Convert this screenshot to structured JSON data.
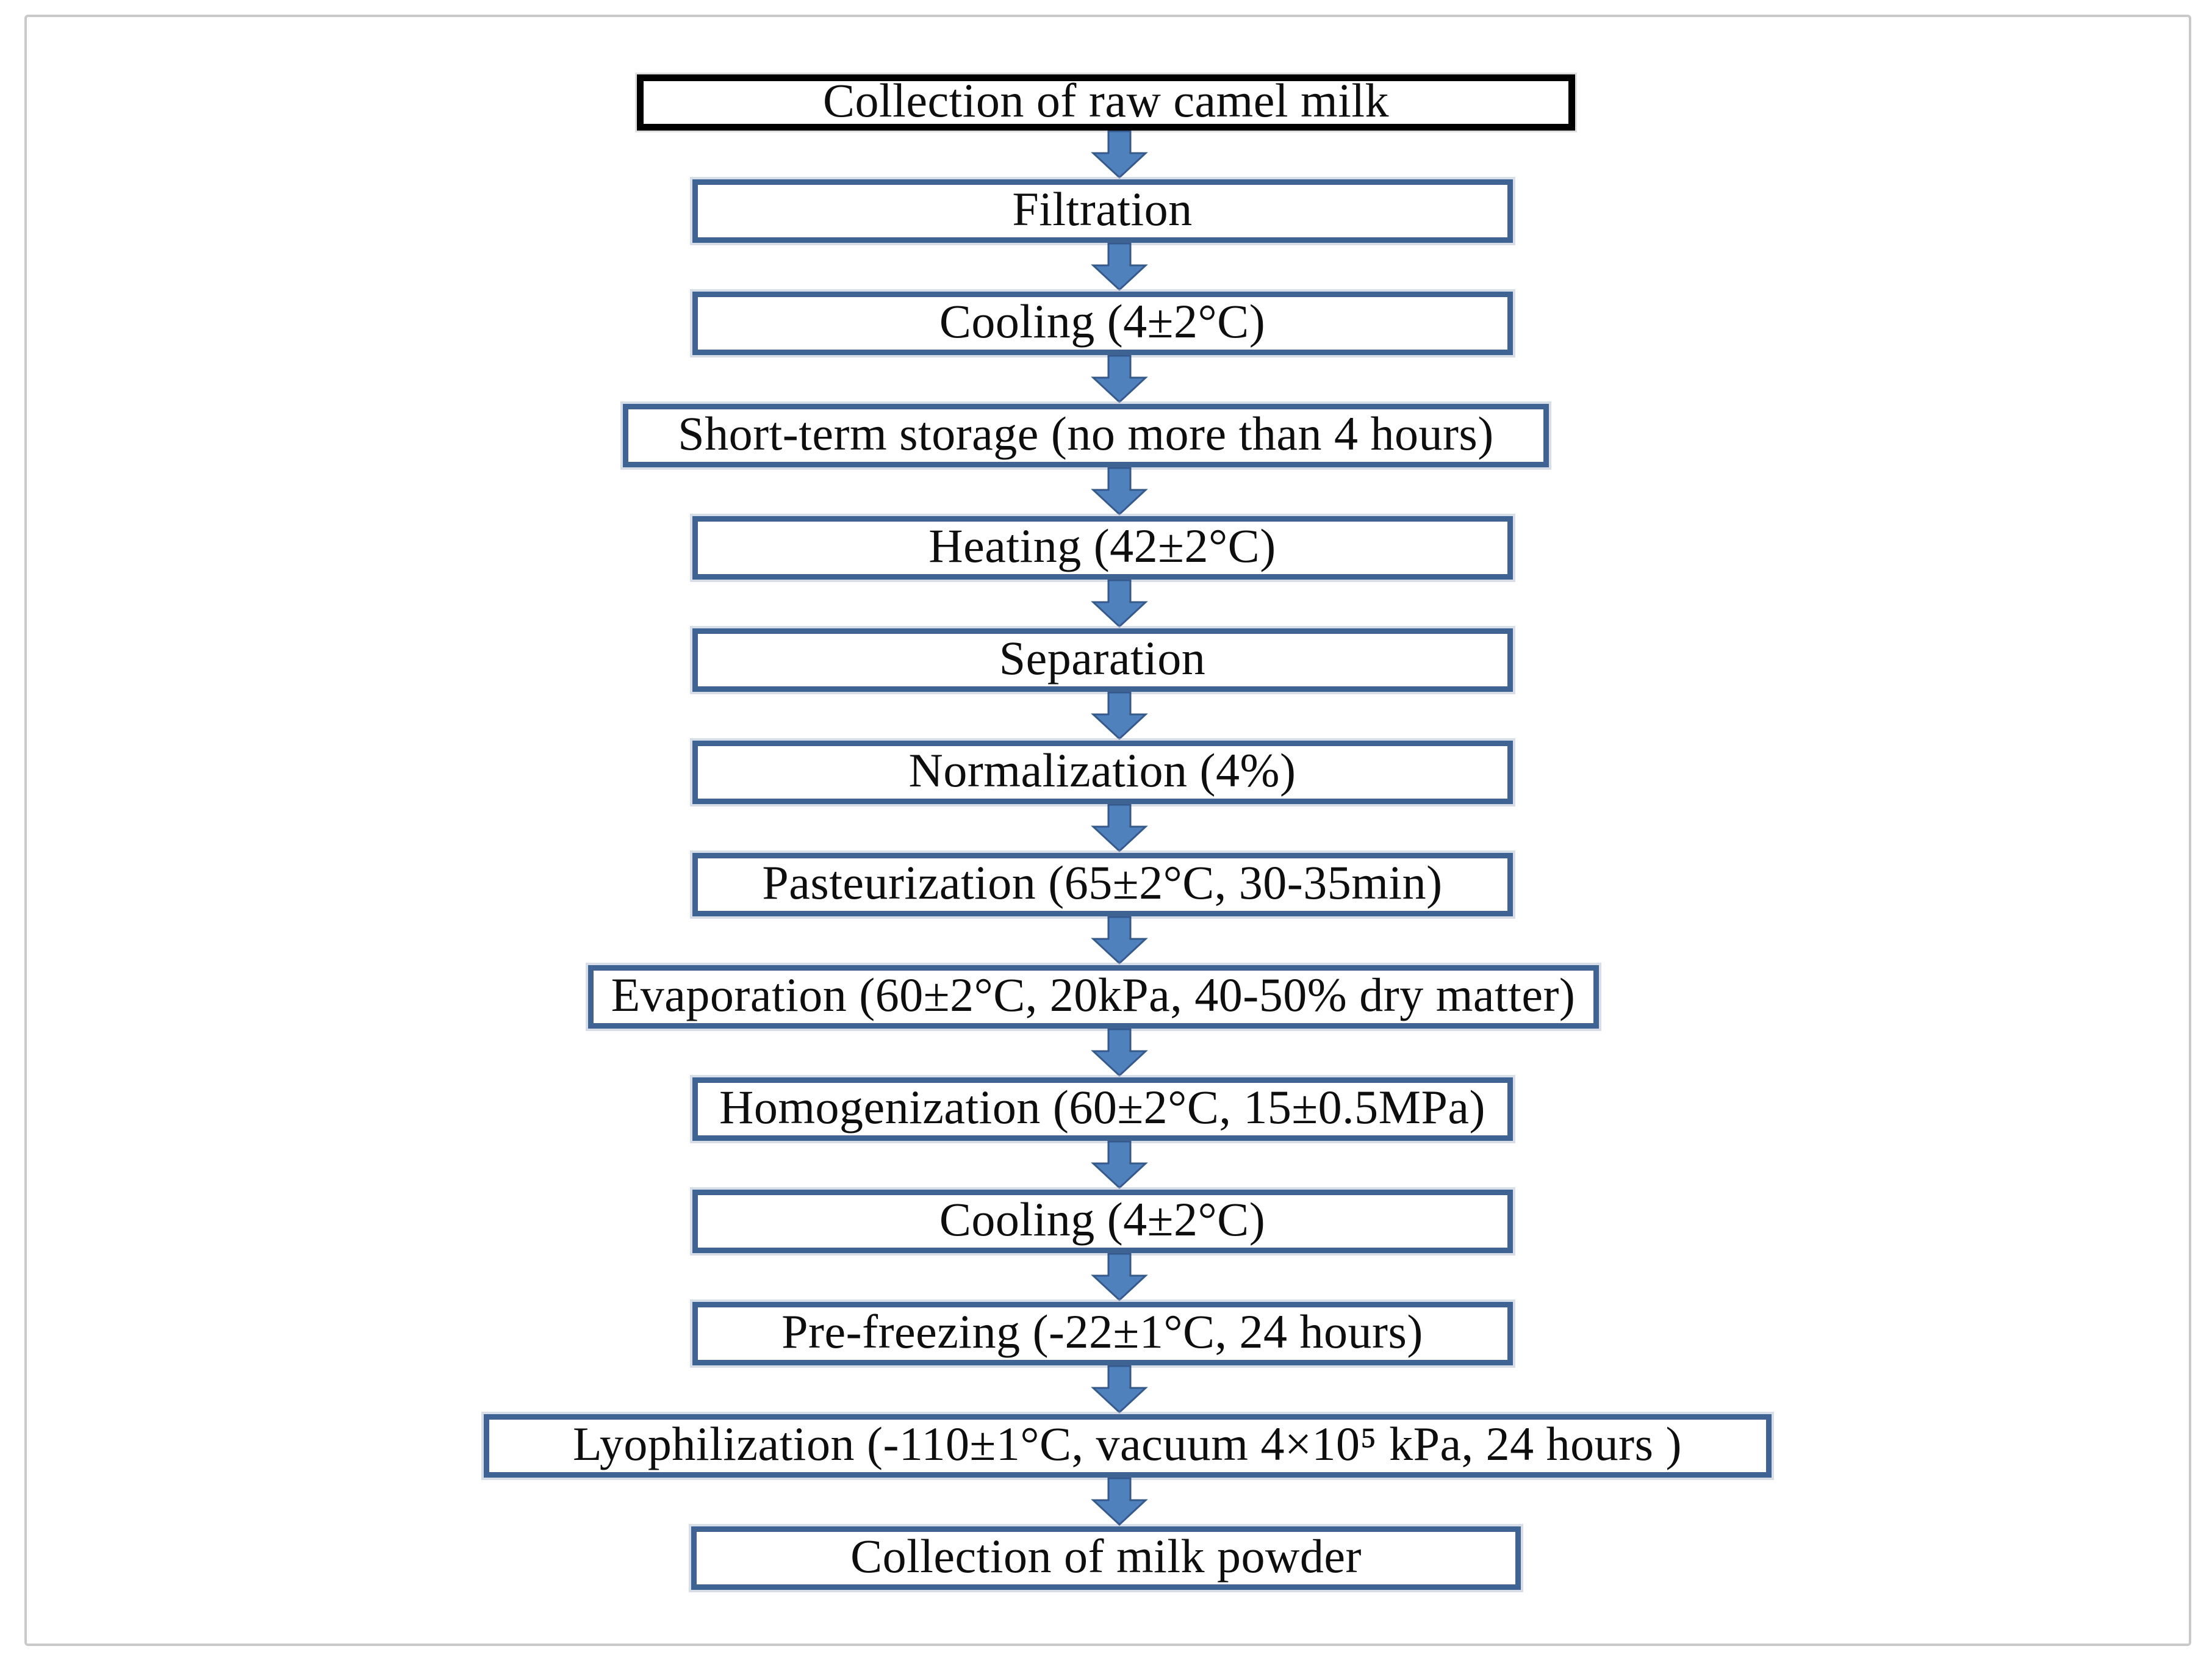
{
  "flowchart": {
    "steps": [
      {
        "label": "Collection of raw camel milk",
        "emphasis": "start"
      },
      {
        "label": "Filtration"
      },
      {
        "label": "Cooling (4±2°C)"
      },
      {
        "label": "Short-term storage (no more than 4 hours)"
      },
      {
        "label": "Heating (42±2°C)"
      },
      {
        "label": "Separation"
      },
      {
        "label": "Normalization (4%)"
      },
      {
        "label": "Pasteurization (65±2°C, 30-35min)"
      },
      {
        "label": "Evaporation (60±2°C, 20kPa, 40-50% dry matter)"
      },
      {
        "label": "Homogenization (60±2°C, 15±0.5MPa)"
      },
      {
        "label": "Cooling (4±2°C)"
      },
      {
        "label": "Pre-freezing (-22±1°C, 24 hours)"
      },
      {
        "label": "Lyophilization (-110±1°C, vacuum 4×10⁵ kPa, 24 hours )"
      },
      {
        "label": "Collection of milk powder"
      }
    ],
    "connector_icon": "down-block-arrow",
    "colors": {
      "box_border": "#3f6493",
      "start_box_border": "#000000",
      "arrow_fill": "#4f81bd",
      "arrow_outline": "#36598c",
      "frame_border": "#c9c9c9",
      "text": "#0e0e0e"
    }
  }
}
